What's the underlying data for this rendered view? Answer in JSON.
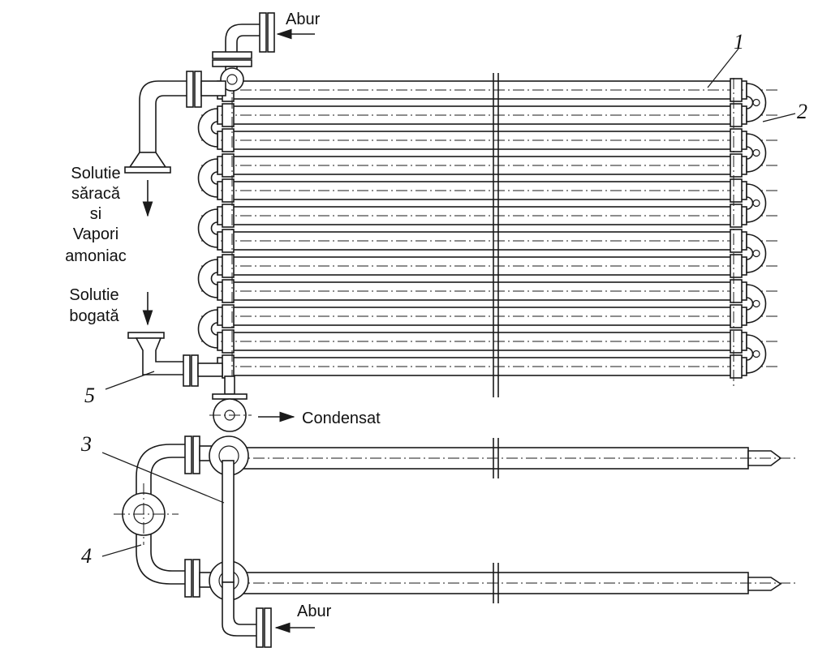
{
  "diagram": {
    "labels": {
      "steam_in_top": "Abur",
      "lean_solution_line1": "Solutie",
      "lean_solution_line2": "săracă",
      "lean_solution_line3": "si",
      "lean_solution_line4": "Vapori",
      "lean_solution_line5": "amoniac",
      "rich_solution_line1": "Solutie",
      "rich_solution_line2": "bogată",
      "condensate": "Condensat",
      "steam_in_bottom": "Abur"
    },
    "callouts": {
      "c1": "1",
      "c2": "2",
      "c3": "3",
      "c4": "4",
      "c5": "5"
    }
  }
}
